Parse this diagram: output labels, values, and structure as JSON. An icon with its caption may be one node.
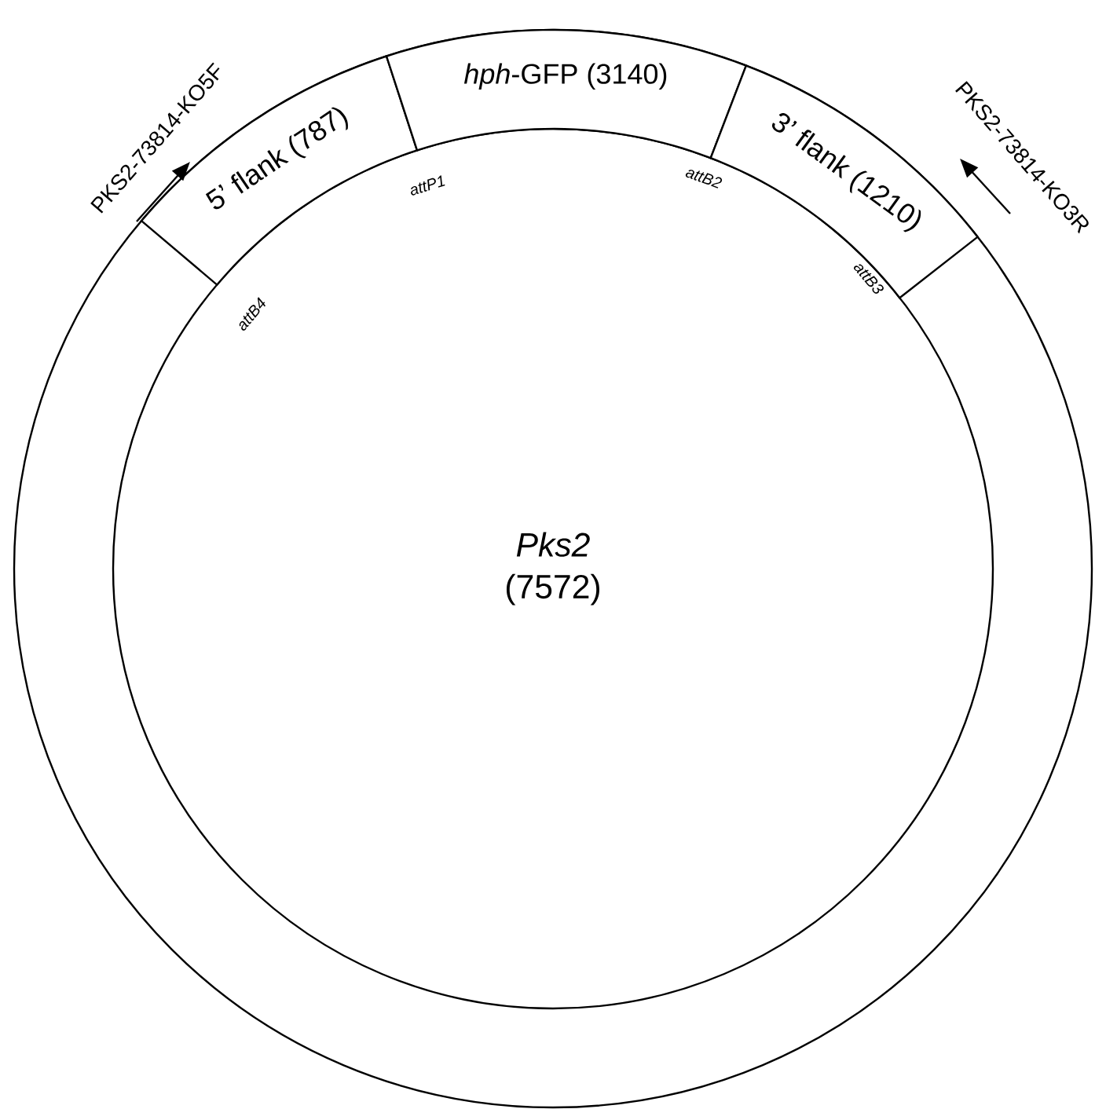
{
  "diagram": {
    "nodes": [
      {
        "text": [
          "Pks2",
          "(7572)"
        ]
      },
      {
        "text": [
          "5’ flank (787)"
        ],
        "in": 0
      },
      {
        "text": [
          "*hph*-GFP (3140)"
        ],
        "in": 0
      },
      {
        "text": [
          "3’ flank (1210)"
        ],
        "in": 0
      }
    ],
    "labels": [
      "PKS2-73814-KO5F",
      "PKS2-73814-KO3R",
      "attB4",
      "attP1",
      "attB2",
      "attB3"
    ]
  }
}
